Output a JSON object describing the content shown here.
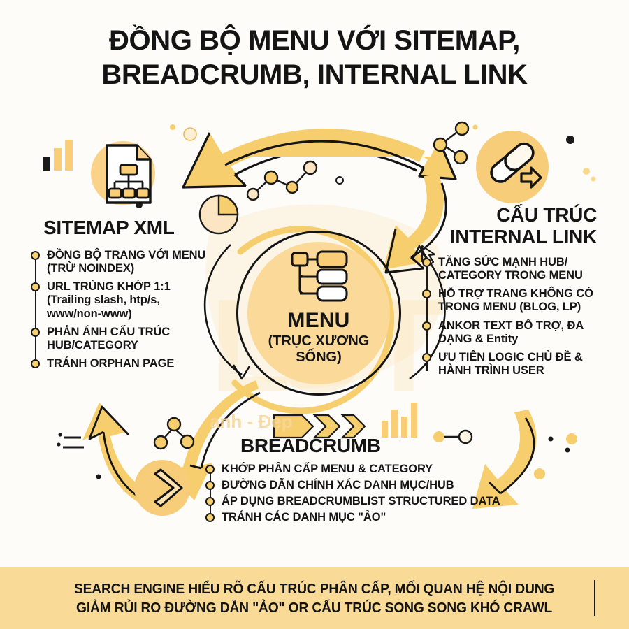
{
  "title": {
    "line1": "ĐỒNG BỘ MENU VỚI SITEMAP,",
    "line2": "BREADCRUMB, INTERNAL LINK"
  },
  "center": {
    "label": "MENU",
    "sub_line1": "(TRỤC XƯƠNG",
    "sub_line2": "SỐNG)",
    "icon": "menu-tree-icon"
  },
  "sections": {
    "sitemap": {
      "heading": "SITEMAP XML",
      "icon": "sitemap-document-icon",
      "items": [
        "ĐỒNG BỘ TRANG VỚI MENU (TRỪ NOINDEX)",
        "URL TRÙNG KHỚP 1:1 (Trailing slash, htp/s, www/non-www)",
        "PHẢN ÁNH CẤU TRÚC HUB/CATEGORY",
        "TRÁNH ORPHAN PAGE"
      ]
    },
    "internal_link": {
      "heading_line1": "CẤU TRÚC",
      "heading_line2": "INTERNAL LINK",
      "icon": "chain-link-arrow-icon",
      "items": [
        "TĂNG SỨC MẠNH HUB/ CATEGORY TRONG MENU",
        "HỖ TRỢ TRANG KHÔNG CÓ TRONG MENU (BLOG, LP)",
        "ANKOR TEXT BỔ TRỢ, ĐA DẠNG & Entity",
        "ƯU TIÊN LOGIC CHỦ ĐỀ & HÀNH TRÌNH USER"
      ]
    },
    "breadcrumb": {
      "heading": "BREADCRUMB",
      "icon": "chevron-circle-icon",
      "items": [
        "KHỚP PHÂN CẤP MENU & CATEGORY",
        "ĐƯỜNG DẪN CHÍNH XÁC DANH MỤC/HUB",
        "ÁP DỤNG BREADCRUMBLIST STRUCTURED DATA",
        "TRÁNH CÁC DANH MỤC \"ẢO\""
      ]
    }
  },
  "banner": {
    "line1": "SEARCH ENGINE HIỂU RÕ CẤU TRÚC PHÂN CẤP, MỐI QUAN HỆ NỘI DUNG",
    "line2": "GIẢM RỦI RO ĐƯỜNG DẪN \"ẢO\" OR CẤU TRÚC SONG SONG KHÓ CRAWL"
  },
  "watermark": {
    "text": "anh - Đẹp"
  },
  "colors": {
    "background": "#FDFCF8",
    "accent_yellow": "#F7CE6E",
    "accent_light": "#FBD999",
    "accent_pale": "#FDE9C4",
    "banner": "#F9DB97",
    "ink": "#141414"
  },
  "decor": {
    "icons": [
      "bar-chart-icon",
      "pie-chart-icon",
      "line-chart-icon",
      "share-node-icon",
      "arrow-arc-left-icon",
      "arrow-arc-right-icon",
      "arrow-down-curve-icon",
      "arrow-up-curve-icon",
      "chevron-row-icon",
      "dot-connector-icon"
    ]
  }
}
